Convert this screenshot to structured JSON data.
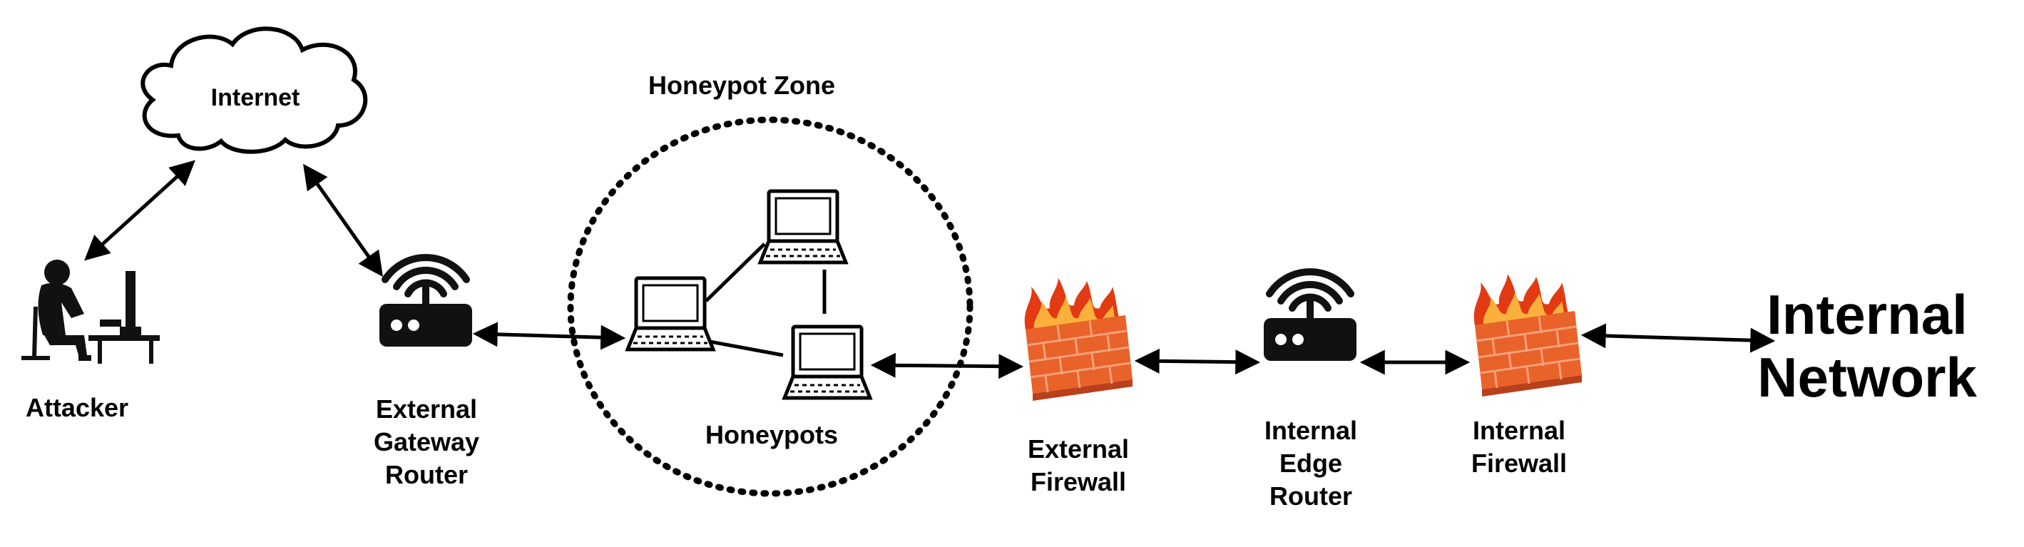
{
  "diagram": {
    "cloud_label": "Internet",
    "zone_label": "Honeypot Zone",
    "attacker_label": "Attacker",
    "honeypots_label": "Honeypots",
    "ext_router_label": [
      "External",
      "Gateway",
      "Router"
    ],
    "ext_firewall_label": [
      "External",
      "Firewall"
    ],
    "int_router_label": [
      "Internal",
      "Edge",
      "Router"
    ],
    "int_firewall_label": [
      "Internal",
      "Firewall"
    ],
    "network_label": [
      "Internal",
      "Network"
    ]
  },
  "colors": {
    "line": "#000000",
    "brick": "#e8622a",
    "brick_dark": "#b8401a",
    "mortar": "#f4a07c",
    "flame_outer": "#e23a12",
    "flame_inner": "#fbb03b",
    "device": "#111111"
  },
  "icons": [
    "cloud-icon",
    "attacker-icon",
    "router-icon",
    "laptop-icon",
    "firewall-icon"
  ]
}
